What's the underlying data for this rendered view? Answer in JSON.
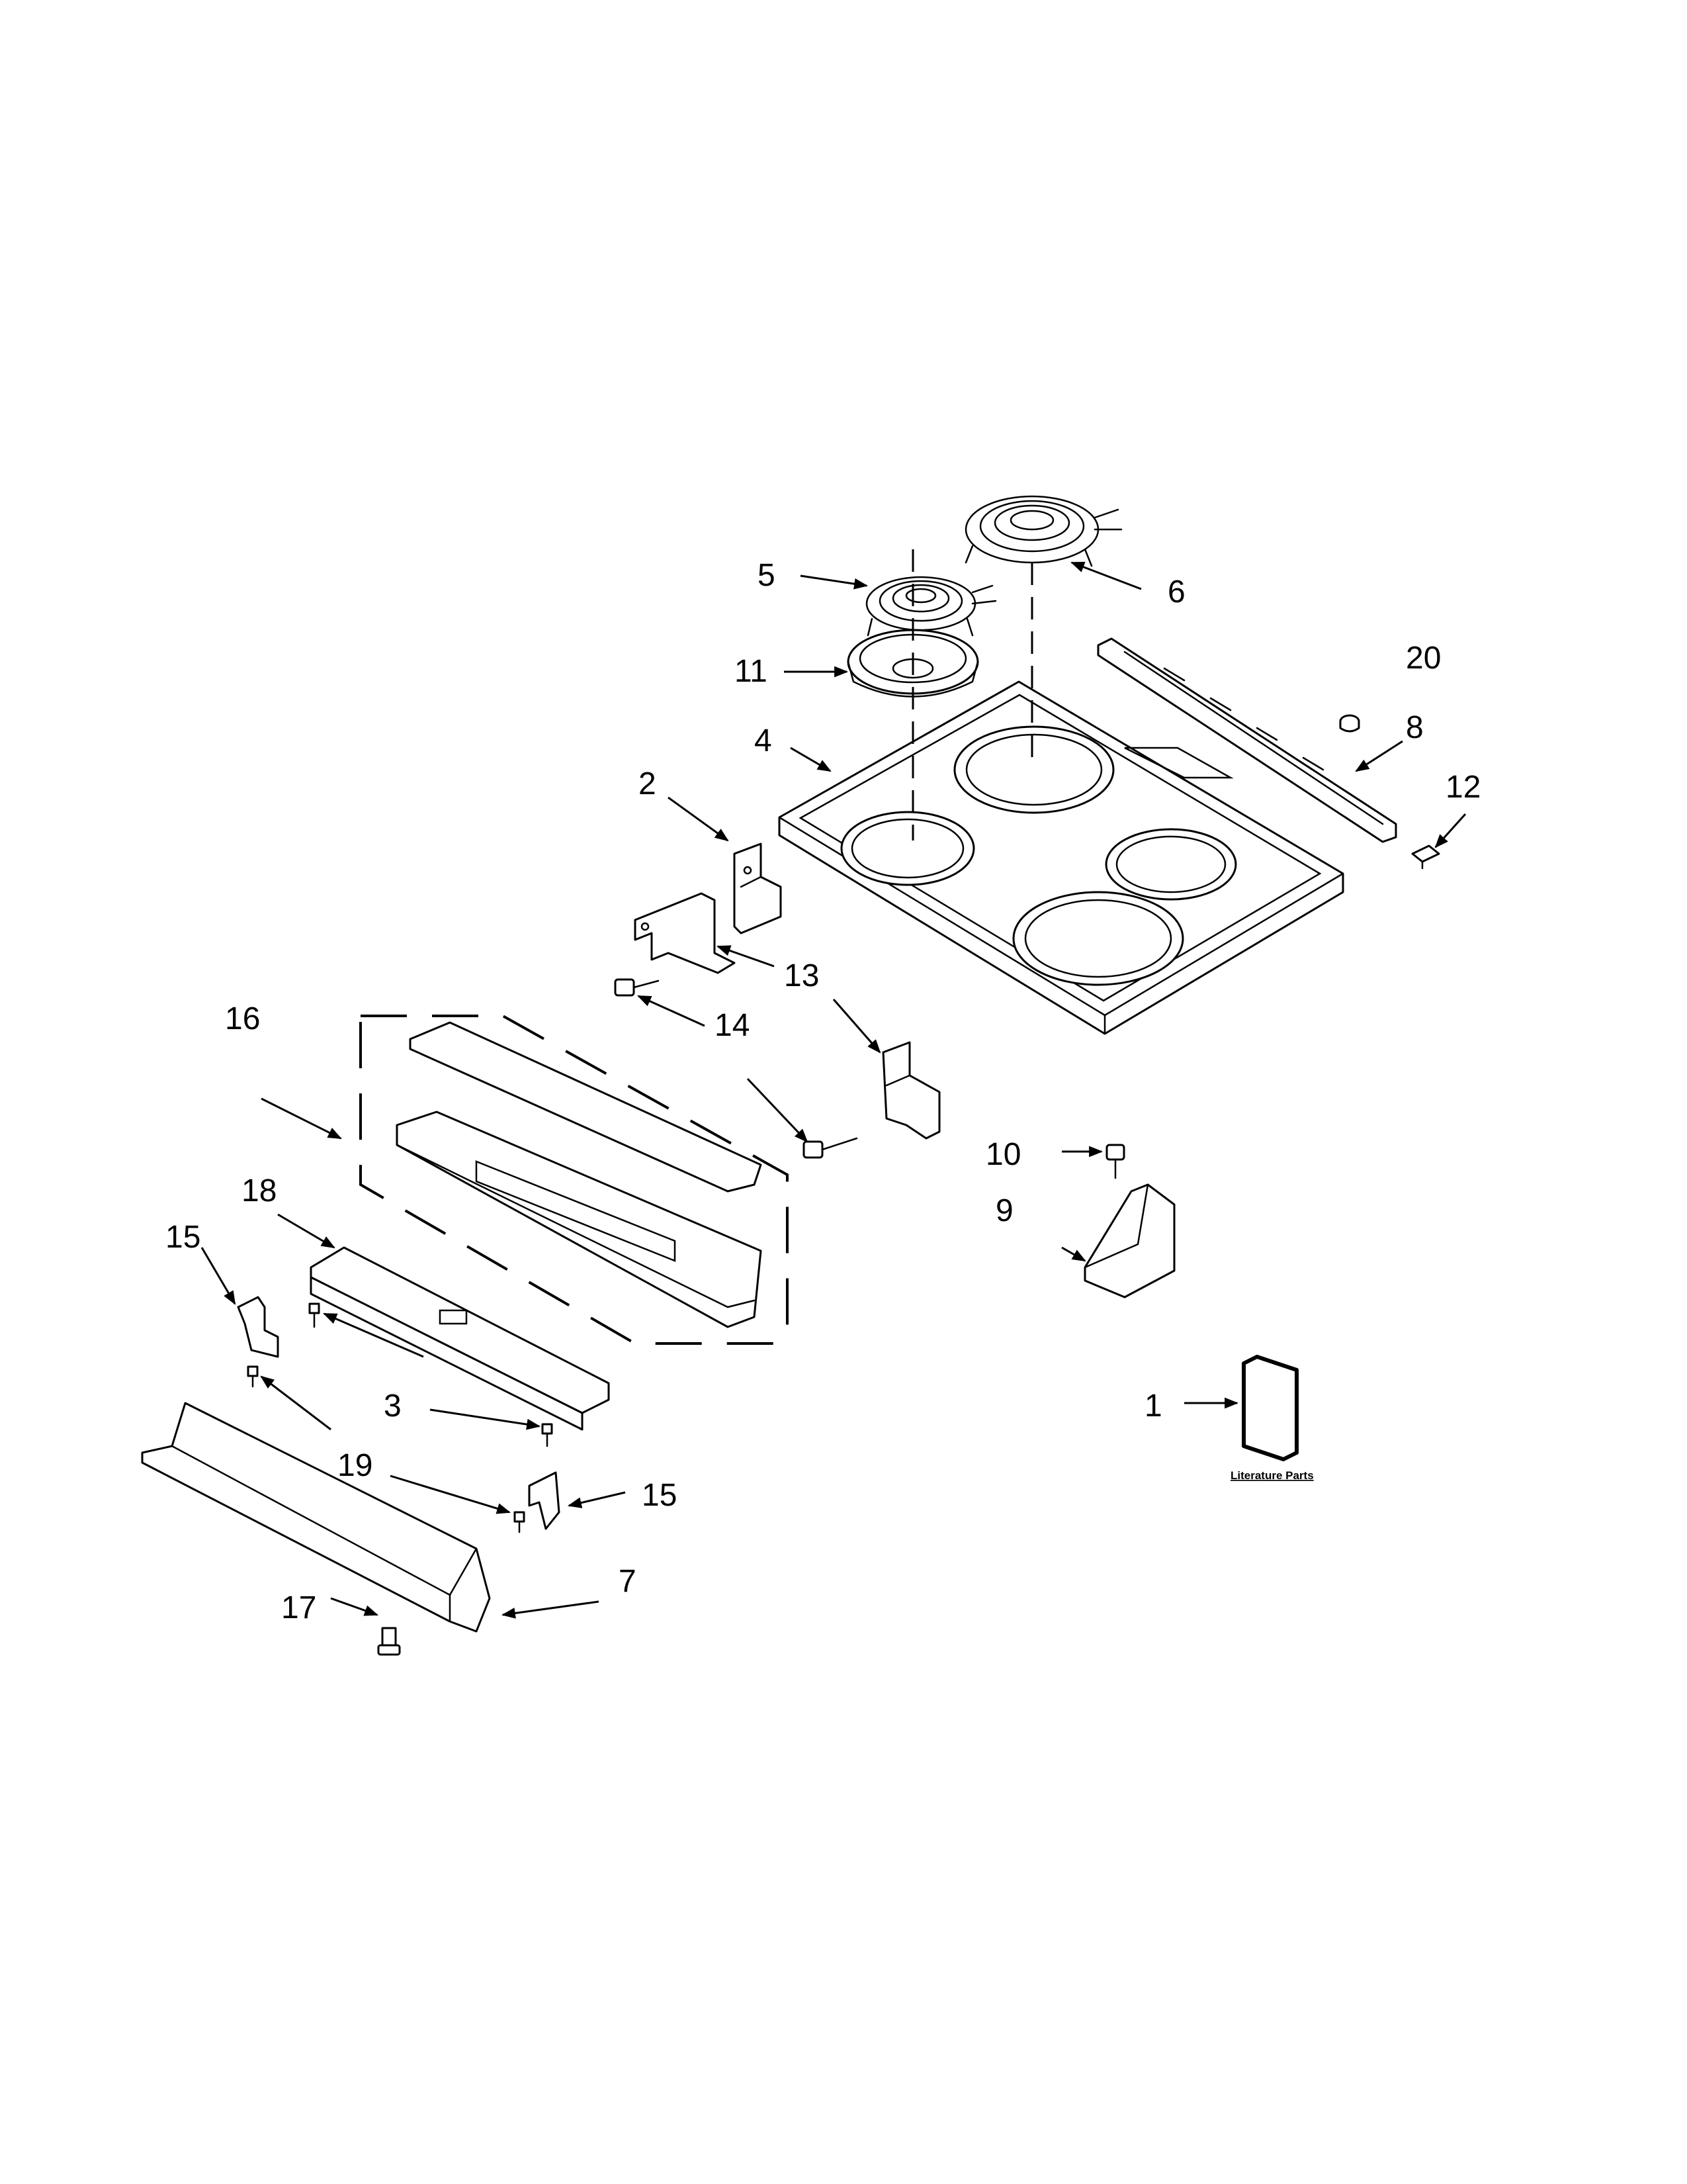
{
  "callouts": [
    {
      "id": "c1",
      "label": "1"
    },
    {
      "id": "c2",
      "label": "2"
    },
    {
      "id": "c3",
      "label": "3"
    },
    {
      "id": "c4",
      "label": "4"
    },
    {
      "id": "c5",
      "label": "5"
    },
    {
      "id": "c6",
      "label": "6"
    },
    {
      "id": "c7",
      "label": "7"
    },
    {
      "id": "c8",
      "label": "8"
    },
    {
      "id": "c9",
      "label": "9"
    },
    {
      "id": "c10",
      "label": "10"
    },
    {
      "id": "c11",
      "label": "11"
    },
    {
      "id": "c12",
      "label": "12"
    },
    {
      "id": "c13",
      "label": "13"
    },
    {
      "id": "c14",
      "label": "14"
    },
    {
      "id": "c15a",
      "label": "15"
    },
    {
      "id": "c15b",
      "label": "15"
    },
    {
      "id": "c16",
      "label": "16"
    },
    {
      "id": "c17",
      "label": "17"
    },
    {
      "id": "c18",
      "label": "18"
    },
    {
      "id": "c19",
      "label": "19"
    },
    {
      "id": "c20",
      "label": "20"
    }
  ],
  "literature": {
    "label": "Literature Parts"
  }
}
